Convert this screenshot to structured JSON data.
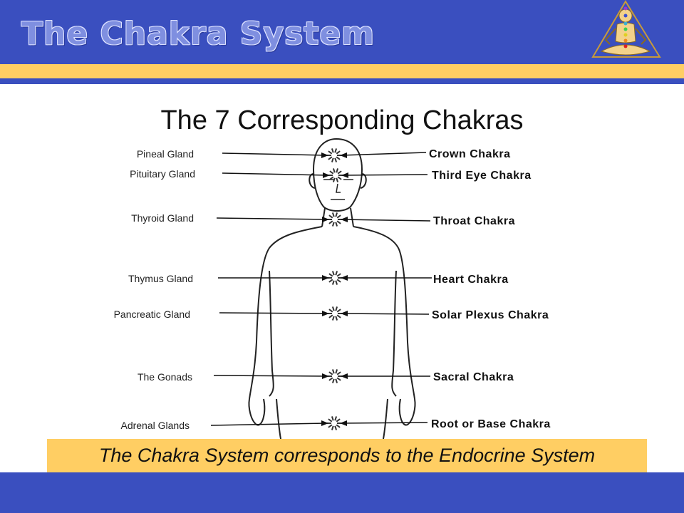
{
  "header": {
    "title": "The Chakra System"
  },
  "main": {
    "title": "The 7 Corresponding Chakras",
    "glands": [
      {
        "label": "Pineal Gland"
      },
      {
        "label": "Pituitary Gland"
      },
      {
        "label": "Thyroid Gland"
      },
      {
        "label": "Thymus Gland"
      },
      {
        "label": "Pancreatic Gland"
      },
      {
        "label": "The Gonads"
      },
      {
        "label": "Adrenal Glands"
      }
    ],
    "chakras": [
      {
        "label": "Crown Chakra"
      },
      {
        "label": "Third Eye Chakra"
      },
      {
        "label": "Throat Chakra"
      },
      {
        "label": "Heart Chakra"
      },
      {
        "label": "Solar Plexus Chakra"
      },
      {
        "label": "Sacral Chakra"
      },
      {
        "label": "Root or Base Chakra"
      }
    ],
    "caption": "The Chakra System corresponds to the Endocrine System"
  },
  "colors": {
    "blue": "#3a4fbf",
    "gold": "#ffce63"
  },
  "icons": [
    "meditating-figure-logo",
    "chakra-burst-icon"
  ]
}
